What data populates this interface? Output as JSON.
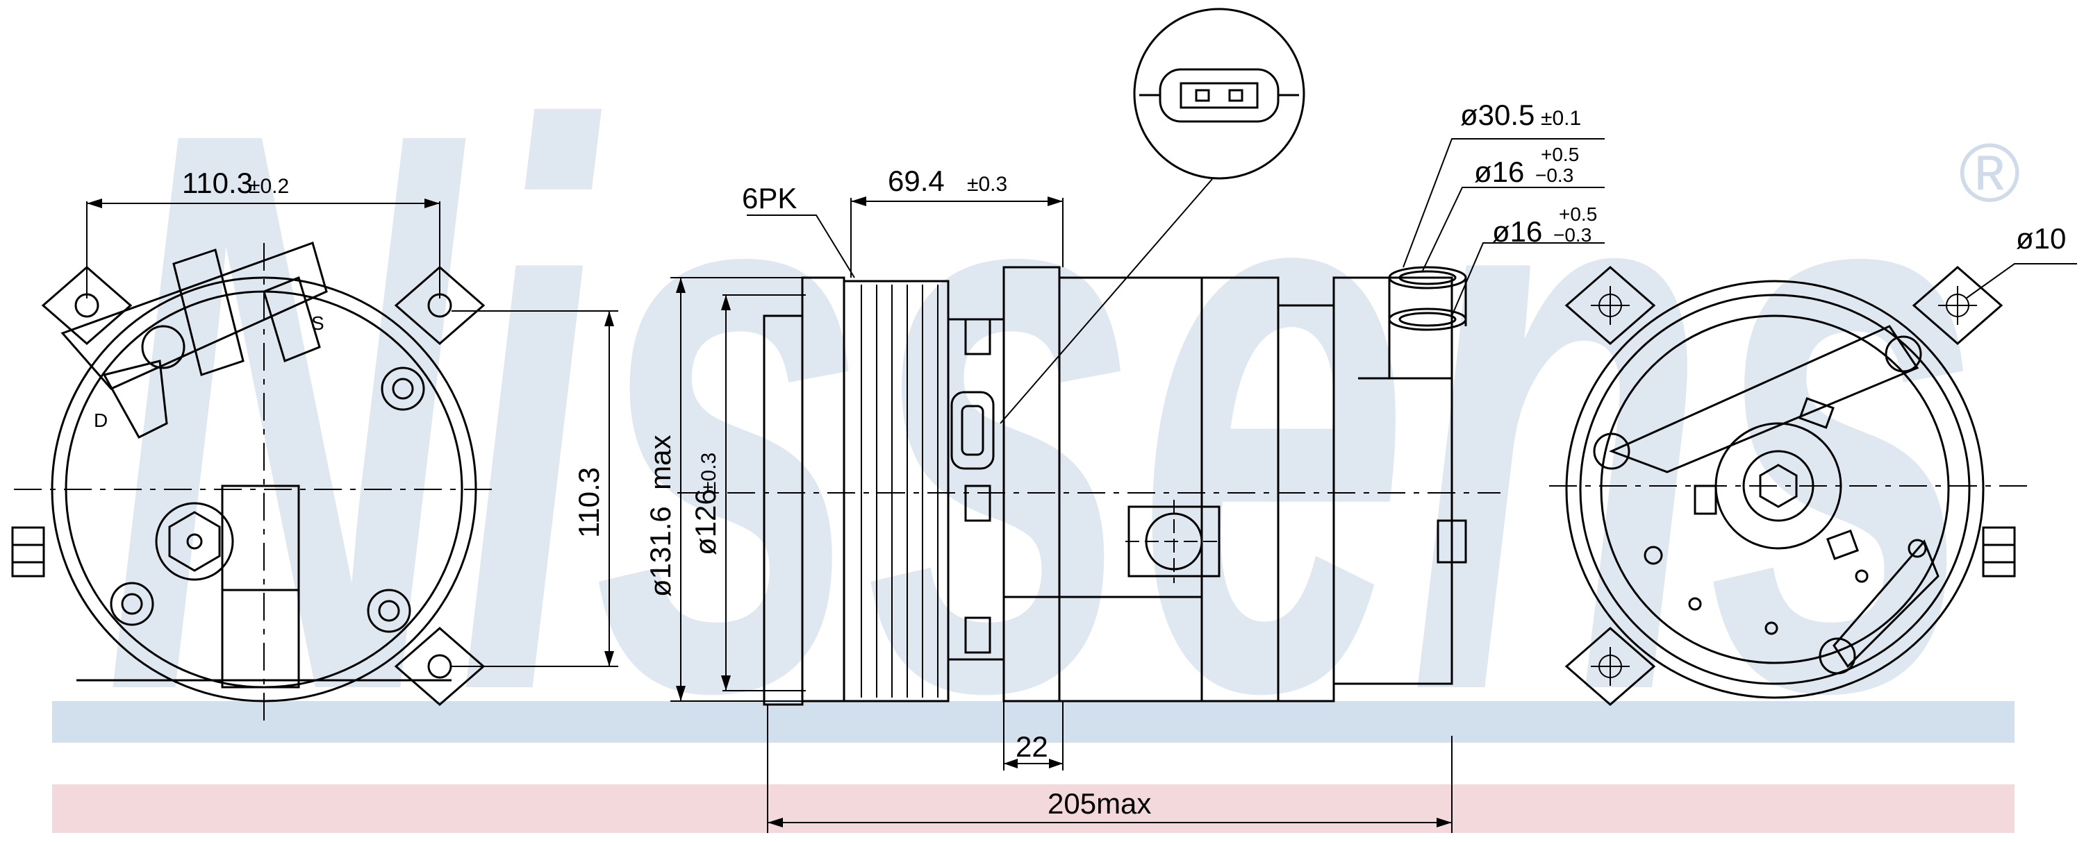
{
  "brand": {
    "watermark_text": "Nissens",
    "registered_mark": "®",
    "watermark_color": "#dfe7f1",
    "band_blue": "#d2e0ee",
    "band_pink": "#f4d9dc"
  },
  "labels": {
    "front_width": "110.3",
    "front_width_tol": "±0.2",
    "front_height": "110.3",
    "pulley_type": "6PK",
    "pulley_offset": "69.4",
    "pulley_offset_tol": "±0.3",
    "max_dia": "ø131.6  max",
    "pulley_dia": "ø126",
    "pulley_dia_tol": "±0.3",
    "clutch_width": "22",
    "overall_length": "205max",
    "port_outer": "ø30.5",
    "port_outer_tol": "±0.1",
    "port_a": "ø16",
    "port_b": "ø16",
    "port_tol_upper": "+0.5",
    "port_tol_lower": "−0.3",
    "mount_hole": "ø10",
    "port_mark_s": "S",
    "port_mark_d": "D"
  }
}
